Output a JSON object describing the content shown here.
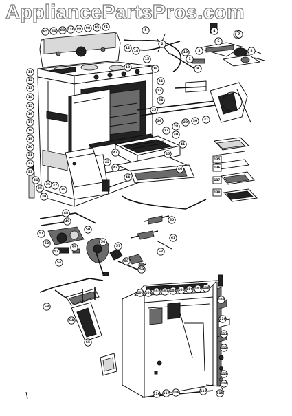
{
  "watermark": "AppliancePartsPros.com",
  "callouts": {
    "top_row": [
      "85",
      "84",
      "83",
      "110",
      "99",
      "98",
      "95",
      "71"
    ],
    "top_right": [
      "5",
      "12",
      "14",
      "15",
      "16",
      "18",
      "1",
      "3",
      "4",
      "6",
      "7",
      "8",
      "9",
      "10",
      "2"
    ],
    "left_column": [
      "11",
      "12",
      "13",
      "14",
      "15",
      "16",
      "17",
      "18",
      "19",
      "20",
      "21",
      "22",
      "23",
      "24",
      "25",
      "26",
      "27",
      "28",
      "29",
      "30",
      "31"
    ],
    "mid_left": [
      "32",
      "33",
      "34",
      "35",
      "36",
      "37",
      "38",
      "39",
      "40",
      "41"
    ],
    "lower_left": [
      "42",
      "43",
      "44",
      "45",
      "46",
      "47",
      "48",
      "49",
      "50",
      "51",
      "52",
      "53",
      "54",
      "55",
      "56",
      "57",
      "58",
      "59",
      "60",
      "61",
      "62",
      "63",
      "64",
      "65"
    ],
    "right_squares": [
      "135",
      "136",
      "137",
      "138"
    ],
    "bottom_tags": [
      "100",
      "101",
      "102",
      "103",
      "104",
      "105",
      "106",
      "107",
      "108",
      "109",
      "110",
      "111",
      "112",
      "113",
      "114",
      "115",
      "116",
      "117",
      "118",
      "119"
    ]
  }
}
